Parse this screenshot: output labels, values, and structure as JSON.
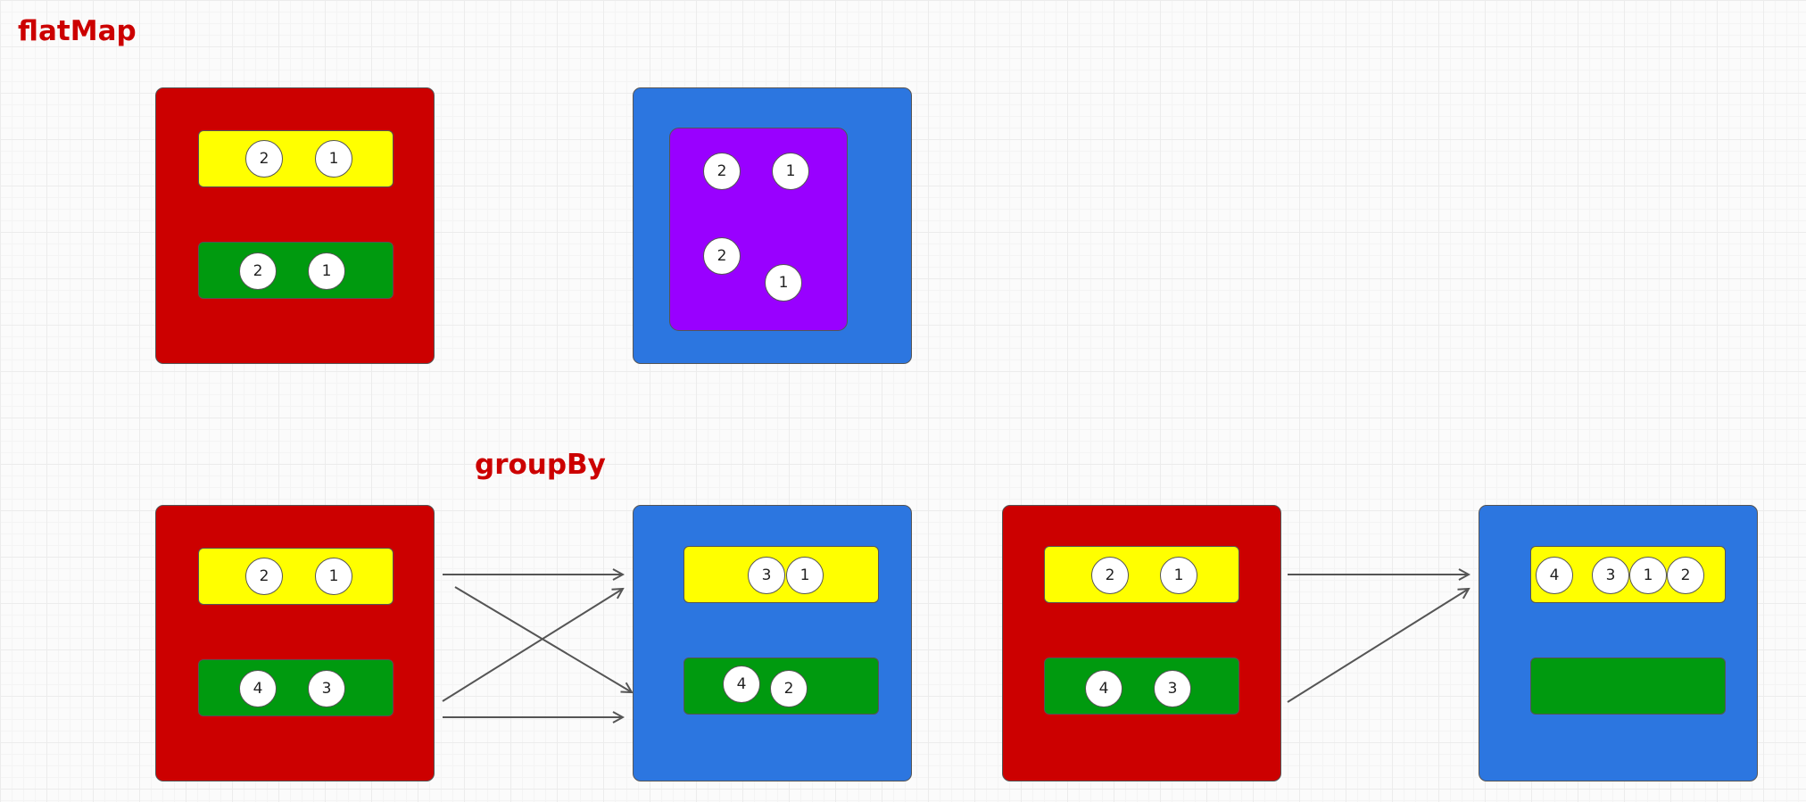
{
  "labels": {
    "flatmap": "flatMap",
    "groupby": "groupBy"
  },
  "colors": {
    "red_box": "#cc0000",
    "blue_box": "#2c76e0",
    "yellow_bar": "#ffff00",
    "green_bar": "#009a0f",
    "purple_bar": "#9900ff"
  },
  "flatmap": {
    "input": {
      "yellow": [
        "2",
        "1"
      ],
      "green": [
        "2",
        "1"
      ]
    },
    "output": {
      "purple": [
        "2",
        "1",
        "2",
        "1"
      ]
    }
  },
  "groupby": {
    "left": {
      "input": {
        "yellow": [
          "2",
          "1"
        ],
        "green": [
          "4",
          "3"
        ]
      },
      "output": {
        "yellow": [
          "3",
          "1"
        ],
        "green": [
          "4",
          "2"
        ]
      }
    },
    "right": {
      "input": {
        "yellow": [
          "2",
          "1"
        ],
        "green": [
          "4",
          "3"
        ]
      },
      "output": {
        "yellow": [
          "4",
          "3",
          "1",
          "2"
        ],
        "green": []
      }
    }
  }
}
